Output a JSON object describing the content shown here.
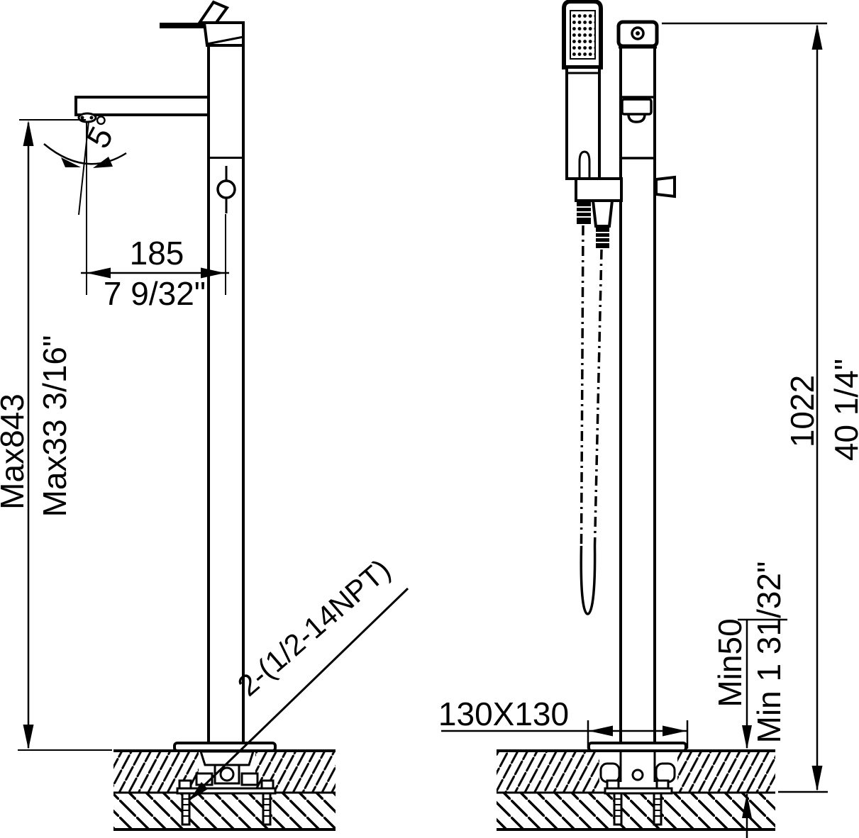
{
  "drawing": {
    "colors": {
      "line": "#000000",
      "background": "#ffffff"
    },
    "left_view": {
      "spout_reach_mm": "185",
      "spout_reach_in": "7 9/32\"",
      "overall_height_mm": "Max843",
      "overall_height_in": "Max33 3/16\"",
      "spout_angle": "5°",
      "inlet_connections_note": "2-(1/2-14NPT)"
    },
    "right_view": {
      "total_height_mm": "1022",
      "total_height_in": "40 1/4\"",
      "floor_thickness_mm": "Min50",
      "floor_thickness_in": "Min 1 31/32\"",
      "base_plate_size": "130X130"
    }
  }
}
